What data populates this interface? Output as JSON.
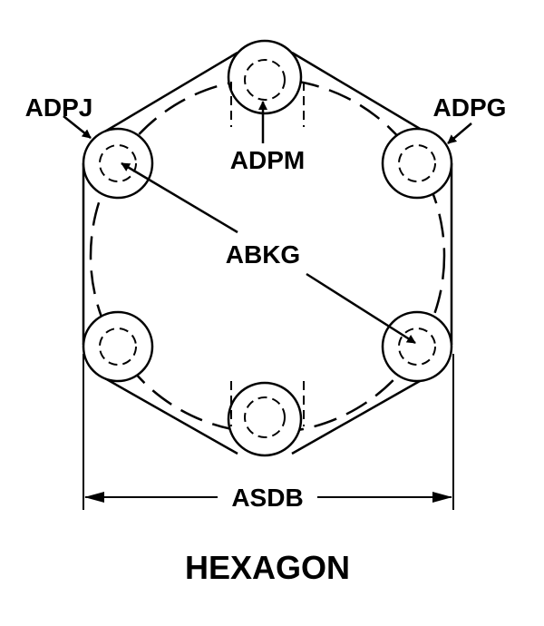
{
  "labels": {
    "top_left": "ADPJ",
    "top_right": "ADPG",
    "top": "ADPM",
    "center": "ABKG",
    "width": "ASDB"
  },
  "title": "HEXAGON"
}
